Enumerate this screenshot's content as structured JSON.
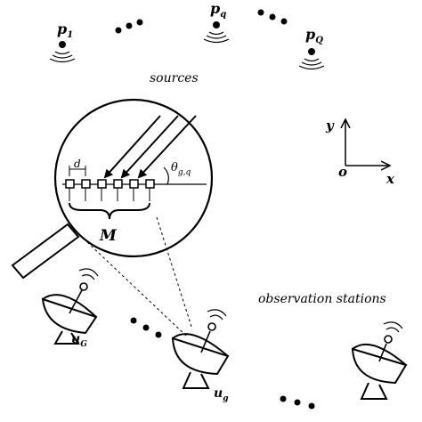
{
  "labels": {
    "p1": {
      "base": "p",
      "sub": "1"
    },
    "pq": {
      "base": "p",
      "sub": "q"
    },
    "pQ": {
      "base": "p",
      "sub": "Q"
    },
    "sources": "sources",
    "observation_stations": "observation stations",
    "uG": {
      "base": "u",
      "sub": "G"
    },
    "ug": {
      "base": "u",
      "sub": "g"
    },
    "M": "M",
    "d": "d",
    "theta": {
      "base": "θ",
      "sub": "g,q"
    },
    "axis_y": "y",
    "axis_x": "x",
    "axis_origin": "o"
  },
  "colors": {
    "ink": "#000000",
    "background": "#ffffff"
  },
  "icons": [
    "source-signal-icon",
    "satellite-dish-icon",
    "magnifier-icon",
    "coordinate-axes-icon"
  ]
}
